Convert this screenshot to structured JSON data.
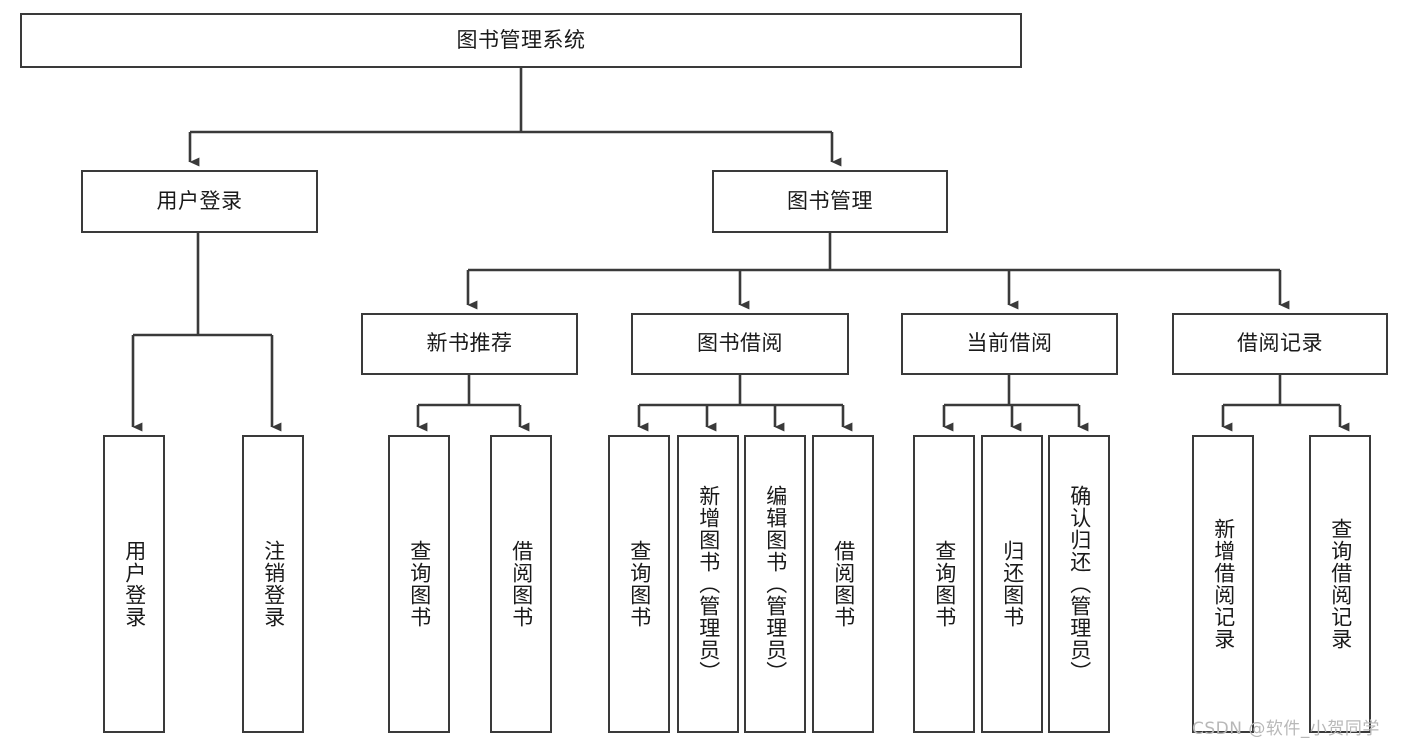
{
  "diagram": {
    "type": "tree-hierarchy",
    "title": "图书管理系统",
    "watermark": "CSDN @软件_小贺同学",
    "colors": {
      "box_border": "#3a3a3a",
      "box_fill": "#ffffff",
      "line": "#3a3a3a",
      "text": "#1a1a1a",
      "watermark": "#b8b8b8",
      "background": "#ffffff"
    },
    "nodes": {
      "root": {
        "label": "图书管理系统",
        "level": 1
      },
      "level2": [
        {
          "id": "user-login",
          "label": "用户登录"
        },
        {
          "id": "book-management",
          "label": "图书管理"
        }
      ],
      "level3": [
        {
          "id": "new-book-recommend",
          "label": "新书推荐"
        },
        {
          "id": "book-borrow",
          "label": "图书借阅"
        },
        {
          "id": "current-borrow",
          "label": "当前借阅"
        },
        {
          "id": "borrow-record",
          "label": "借阅记录"
        }
      ],
      "leaves": {
        "user-login": [
          {
            "id": "leaf-user-login",
            "label": "用户登录"
          },
          {
            "id": "leaf-logout-login",
            "label": "注销登录"
          }
        ],
        "new-book-recommend": [
          {
            "id": "leaf-query-book-1",
            "label": "查询图书"
          },
          {
            "id": "leaf-borrow-book-1",
            "label": "借阅图书"
          }
        ],
        "book-borrow": [
          {
            "id": "leaf-query-book-2",
            "label": "查询图书"
          },
          {
            "id": "leaf-add-book",
            "label": "新增图书（管理员）"
          },
          {
            "id": "leaf-edit-book",
            "label": "编辑图书（管理员）"
          },
          {
            "id": "leaf-borrow-book-2",
            "label": "借阅图书"
          }
        ],
        "current-borrow": [
          {
            "id": "leaf-query-book-3",
            "label": "查询图书"
          },
          {
            "id": "leaf-return-book",
            "label": "归还图书"
          },
          {
            "id": "leaf-confirm-return",
            "label": "确认归还（管理员）"
          }
        ],
        "borrow-record": [
          {
            "id": "leaf-add-record",
            "label": "新增借阅记录"
          },
          {
            "id": "leaf-query-record",
            "label": "查询借阅记录"
          }
        ]
      }
    }
  }
}
